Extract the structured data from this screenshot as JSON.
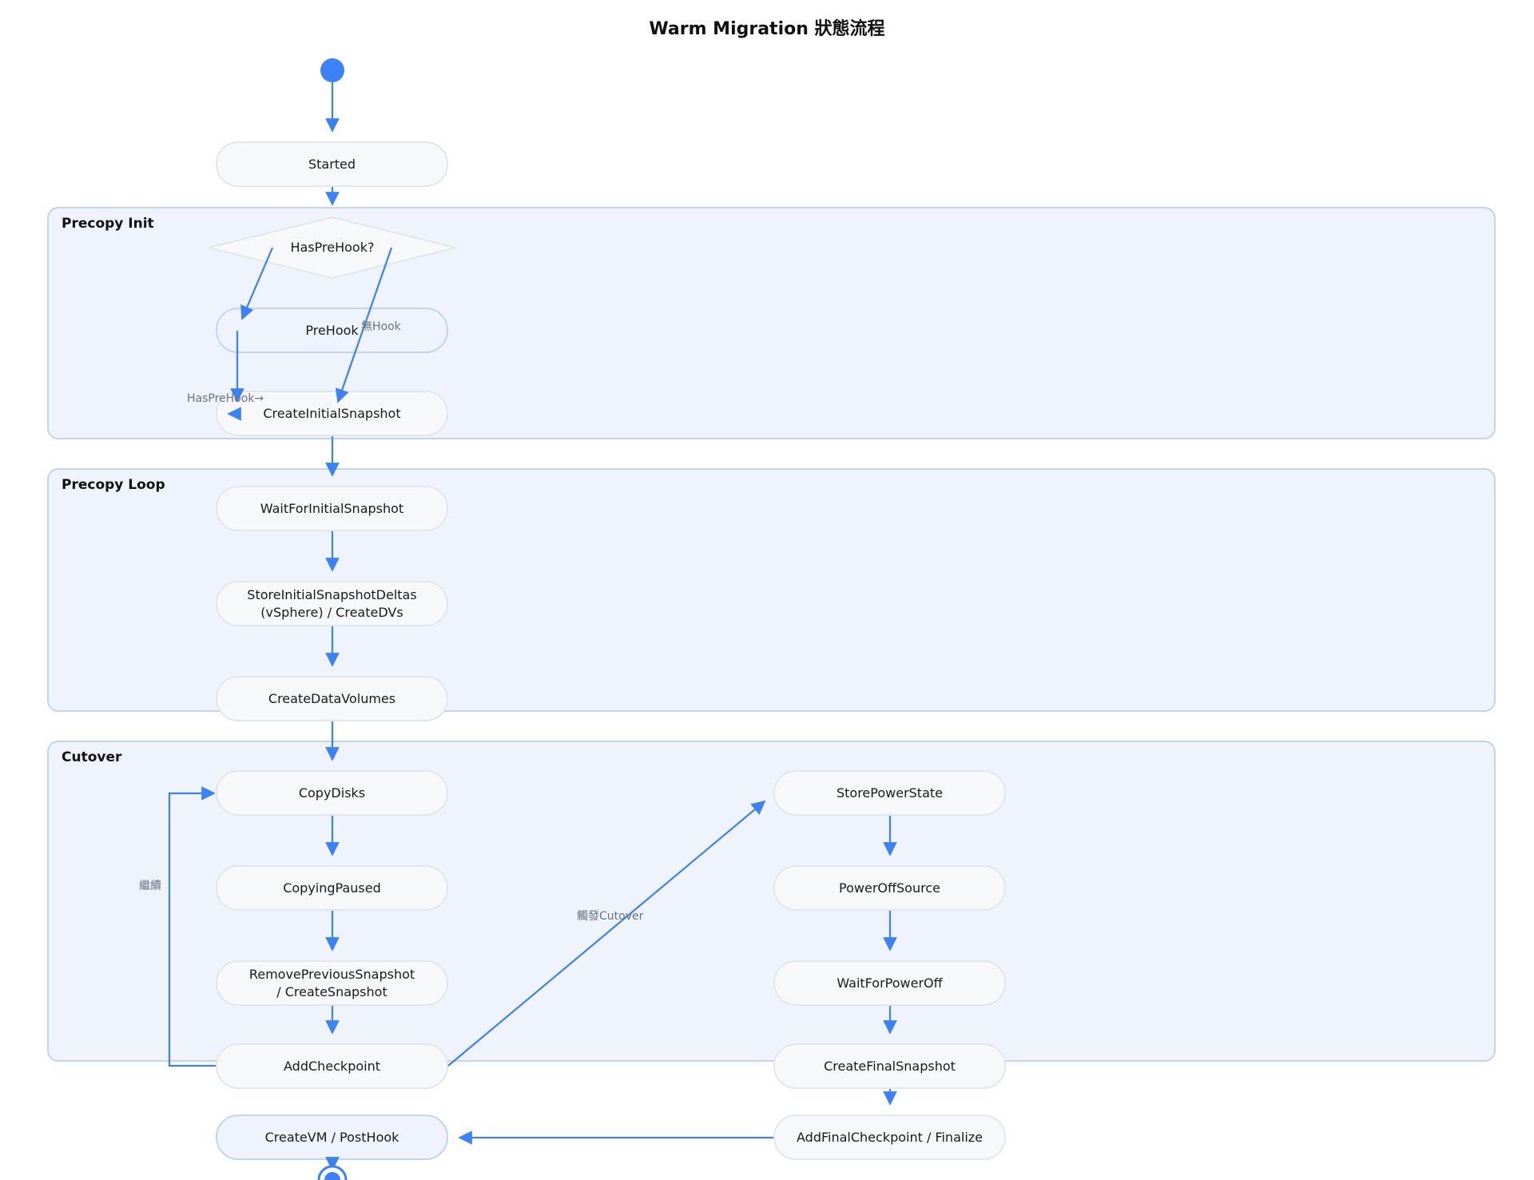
{
  "title": "Warm Migration 狀態流程",
  "clusters": {
    "precopy_init": "Precopy Init",
    "precopy_loop": "Precopy Loop",
    "cutover": "Cutover"
  },
  "nodes": {
    "started": "Started",
    "has_prehook": "HasPreHook?",
    "prehook": "PreHook",
    "create_initial_snapshot": "CreateInitialSnapshot",
    "wait_for_initial_snapshot": "WaitForInitialSnapshot",
    "store_initial_snapshot_deltas": "StoreInitialSnapshotDeltas\n(vSphere) / CreateDVs",
    "create_data_volumes": "CreateDataVolumes",
    "copy_disks": "CopyDisks",
    "copying_paused": "CopyingPaused",
    "remove_previous_snapshot": "RemovePreviousSnapshot\n/ CreateSnapshot",
    "add_checkpoint": "AddCheckpoint",
    "store_power_state": "StorePowerState",
    "power_off_source": "PowerOffSource",
    "wait_for_power_off": "WaitForPowerOff",
    "create_final_snapshot": "CreateFinalSnapshot",
    "add_final_checkpoint": "AddFinalCheckpoint / Finalize",
    "create_vm_posthook": "CreateVM / PostHook"
  },
  "edge_labels": {
    "no_hook": "無Hook",
    "has_prehook": "HasPreHook→",
    "continue": "繼續",
    "trigger_cutover": "觸發Cutover"
  },
  "colors": {
    "accent": "#3b82f6",
    "cluster_fill": "#eef3fc",
    "cluster_border": "#c3d3f2",
    "node_fill": "#f7f8fa",
    "node_border": "#e3e6ea"
  }
}
